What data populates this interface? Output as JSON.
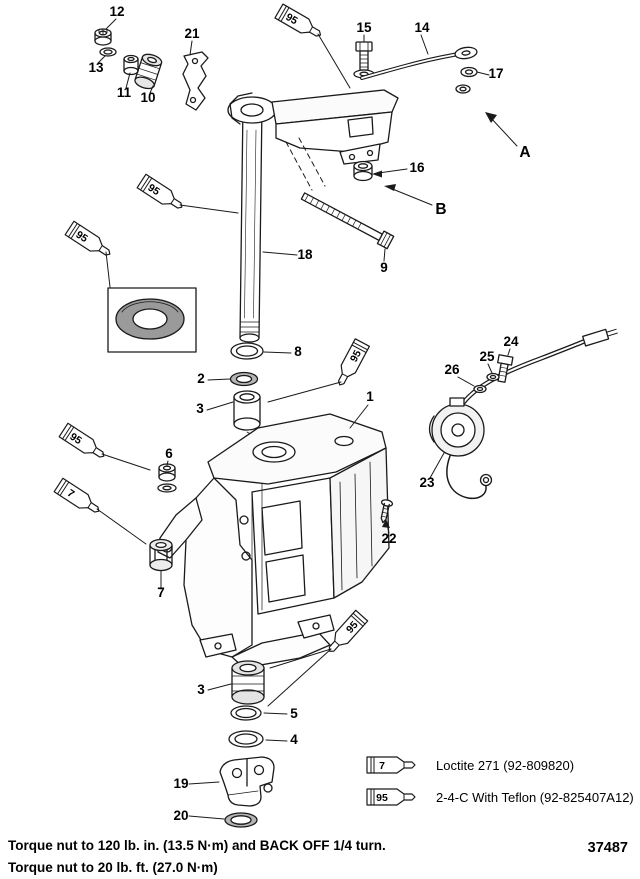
{
  "callouts": {
    "1": "1",
    "2": "2",
    "3": "3",
    "4": "4",
    "5": "5",
    "6": "6",
    "7": "7",
    "8": "8",
    "9": "9",
    "10": "10",
    "11": "11",
    "12": "12",
    "13": "13",
    "14": "14",
    "15": "15",
    "16": "16",
    "17": "17",
    "18": "18",
    "19": "19",
    "20": "20",
    "21": "21",
    "22": "22",
    "23": "23",
    "24": "24",
    "25": "25",
    "26": "26",
    "A": "A",
    "B": "B"
  },
  "tube_labels": {
    "grease": "95",
    "loctite": "7"
  },
  "legend": {
    "items": [
      {
        "icon": "7",
        "text": "Loctite 271 (92-809820)"
      },
      {
        "icon": "95",
        "text": "2-4-C With Teflon (92-825407A12)"
      }
    ]
  },
  "notes": {
    "line1": "Torque nut to 120 lb. in. (13.5 N·m) and BACK OFF 1/4 turn.",
    "line2": "Torque nut to 20 lb. ft. (27.0 N·m)"
  },
  "part_number": "37487"
}
